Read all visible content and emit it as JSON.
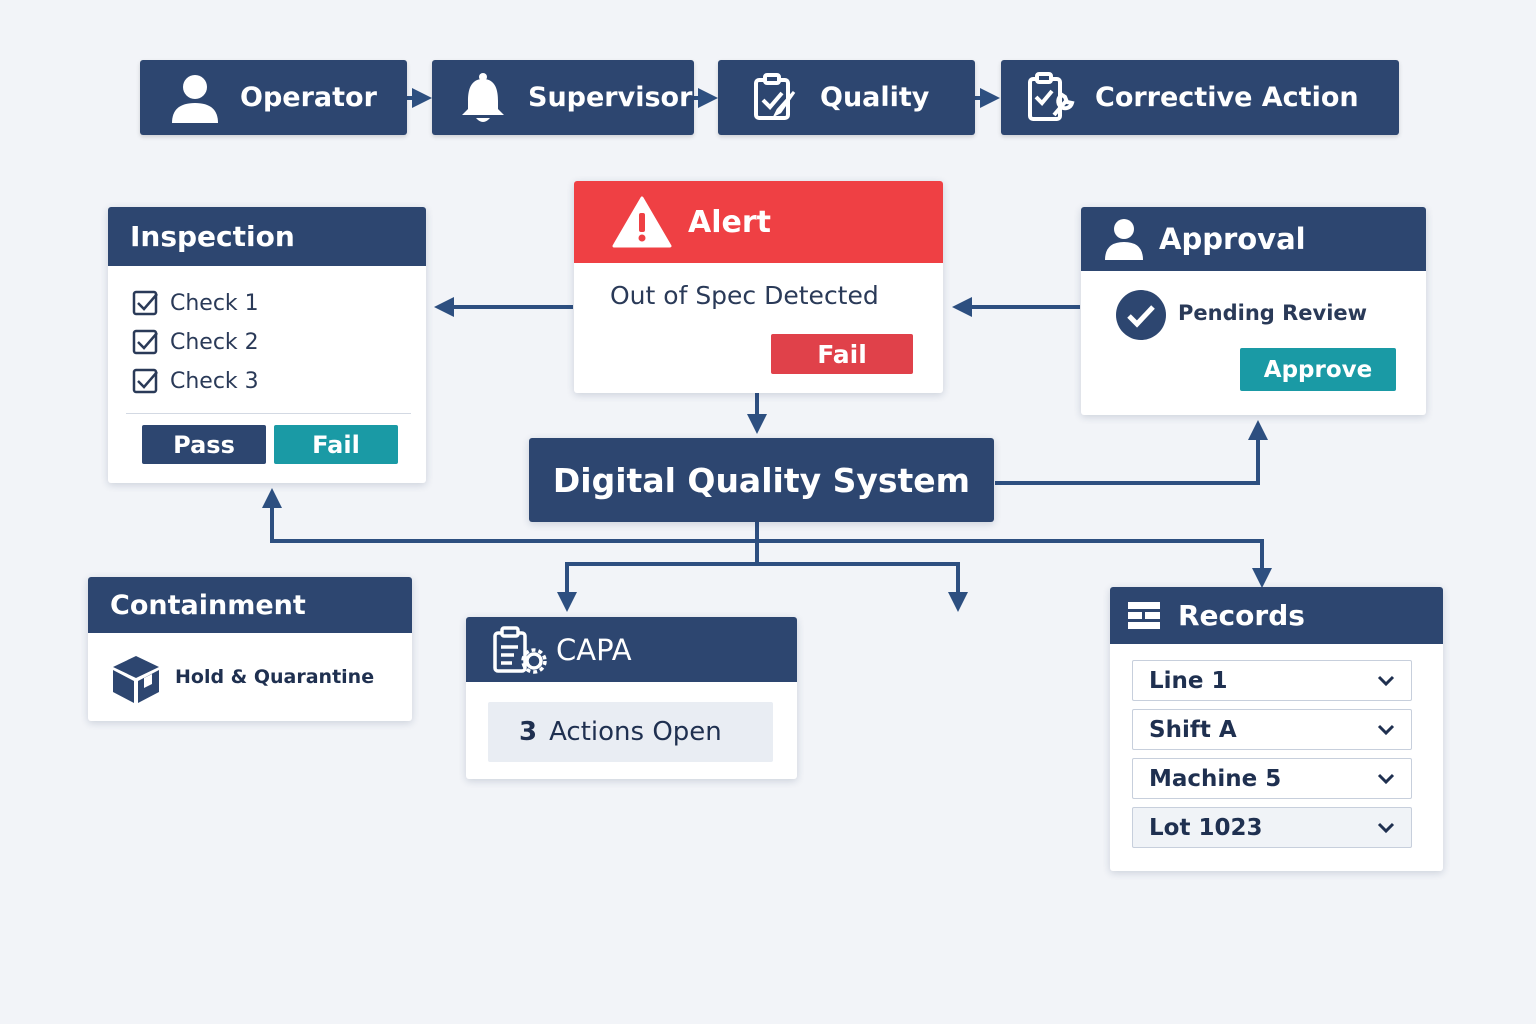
{
  "roles": [
    {
      "label": "Operator",
      "icon": "user-icon"
    },
    {
      "label": "Supervisor",
      "icon": "bell-icon"
    },
    {
      "label": "Quality",
      "icon": "clipboard-check-icon"
    },
    {
      "label": "Corrective Action",
      "icon": "wrench-clipboard-icon"
    }
  ],
  "inspection": {
    "title": "Inspection",
    "checks": [
      "Check 1",
      "Check 2",
      "Check 3"
    ],
    "pass_label": "Pass",
    "fail_label": "Fail"
  },
  "alert": {
    "title": "Alert",
    "message": "Out of Spec Detected",
    "fail_label": "Fail"
  },
  "approval": {
    "title": "Approval",
    "status": "Pending Review",
    "approve_label": "Approve"
  },
  "system": {
    "title": "Digital Quality System"
  },
  "containment": {
    "title": "Containment",
    "item": "Hold & Quarantine"
  },
  "capa": {
    "title": "CAPA",
    "count": "3",
    "status": "Actions Open"
  },
  "records": {
    "title": "Records",
    "fields": [
      "Line 1",
      "Shift A",
      "Machine 5",
      "Lot 1023"
    ]
  },
  "colors": {
    "navy": "#2d4670",
    "alert_red": "#ef4044",
    "fail_red": "#e0414a",
    "teal": "#1a9aa5",
    "connector": "#2d4f80"
  }
}
